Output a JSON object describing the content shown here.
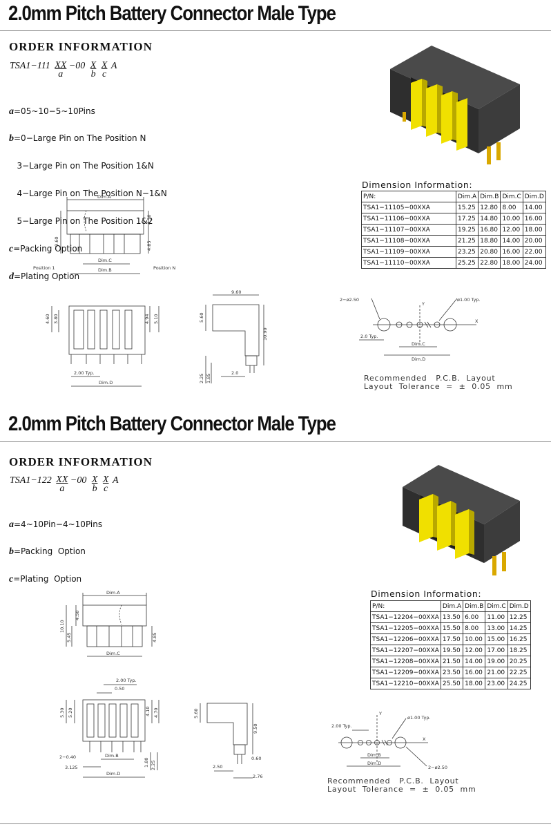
{
  "sections": [
    {
      "title": "2.0mm Pitch Battery Connector Male Type",
      "order_heading": "ORDER  INFORMATION",
      "part_prefix": "TSA1−111",
      "part_a": "XX",
      "part_a_label": "a",
      "part_mid": "−00",
      "part_b": "X",
      "part_b_label": "b",
      "part_c": "X",
      "part_c_label": "c",
      "part_suffix": "A",
      "options": [
        {
          "key": "a",
          "text": "=05~10−5~10Pins"
        },
        {
          "key": "b",
          "text": "=0−Large Pin on The Position N"
        },
        {
          "key": "",
          "text": "   3−Large Pin on The Position 1&N"
        },
        {
          "key": "",
          "text": "   4−Large Pin on The Position N−1&N"
        },
        {
          "key": "",
          "text": "   5−Large Pin on The Position 1&2"
        },
        {
          "key": "c",
          "text": "=Packing Option"
        },
        {
          "key": "d",
          "text": "=Plating Option"
        }
      ],
      "dim_caption": "Dimension  Information:",
      "table_headers": [
        "P/N:",
        "Dim.A",
        "Dim.B",
        "Dim.C",
        "Dim.D"
      ],
      "table_rows": [
        [
          "TSA1−11105−00XXA",
          "15.25",
          "12.80",
          "8.00",
          "14.00"
        ],
        [
          "TSA1−11106−00XXA",
          "17.25",
          "14.80",
          "10.00",
          "16.00"
        ],
        [
          "TSA1−11107−00XXA",
          "19.25",
          "16.80",
          "12.00",
          "18.00"
        ],
        [
          "TSA1−11108−00XXA",
          "21.25",
          "18.80",
          "14.00",
          "20.00"
        ],
        [
          "TSA1−11109−00XXA",
          "23.25",
          "20.80",
          "16.00",
          "22.00"
        ],
        [
          "TSA1−11110−00XXA",
          "25.25",
          "22.80",
          "18.00",
          "24.00"
        ]
      ],
      "pcb_caption": "Recommended   P.C.B.  Layout\nLayout  Tolerance  =  ±  0.05  mm",
      "drawing_labels": {
        "dimA": "Dim.A",
        "dimB": "Dim.B",
        "dimC": "Dim.C",
        "dimD": "Dim.D",
        "d450": "4.50",
        "d960": "9.60",
        "d485": "4.85",
        "pos1": "Position  1",
        "posN": "Position  N",
        "d460": "4.60",
        "d380": "3.80",
        "d494": "4.94",
        "d510": "5.10",
        "d200typ": "2.00  Typ.",
        "s960": "9.60",
        "s560": "5.60",
        "s1090": "10.90",
        "s225": "2.25",
        "s185": "1.85",
        "s20": "2.0",
        "p2250": "2−ø2.50",
        "p100": "ø1.00  Typ.",
        "p20typ": "2.0  Typ.",
        "pX": "X",
        "pY": "Y"
      }
    },
    {
      "title": "2.0mm Pitch Battery Connector Male Type",
      "order_heading": "ORDER  INFORMATION",
      "part_prefix": "TSA1−122",
      "part_a": "XX",
      "part_a_label": "a",
      "part_mid": "−00",
      "part_b": "X",
      "part_b_label": "b",
      "part_c": "X",
      "part_c_label": "c",
      "part_suffix": "A",
      "options": [
        {
          "key": "a",
          "text": "=4~10Pin−4~10Pins"
        },
        {
          "key": "b",
          "text": "=Packing  Option"
        },
        {
          "key": "c",
          "text": "=Plating  Option"
        }
      ],
      "dim_caption": "Dimension  Information:",
      "table_headers": [
        "P/N:",
        "Dim.A",
        "Dim.B",
        "Dim.C",
        "Dim.D"
      ],
      "table_rows": [
        [
          "TSA1−12204−00XXA",
          "13.50",
          "6.00",
          "11.00",
          "12.25"
        ],
        [
          "TSA1−12205−00XXA",
          "15.50",
          "8.00",
          "13.00",
          "14.25"
        ],
        [
          "TSA1−12206−00XXA",
          "17.50",
          "10.00",
          "15.00",
          "16.25"
        ],
        [
          "TSA1−12207−00XXA",
          "19.50",
          "12.00",
          "17.00",
          "18.25"
        ],
        [
          "TSA1−12208−00XXA",
          "21.50",
          "14.00",
          "19.00",
          "20.25"
        ],
        [
          "TSA1−12209−00XXA",
          "23.50",
          "16.00",
          "21.00",
          "22.25"
        ],
        [
          "TSA1−12210−00XXA",
          "25.50",
          "18.00",
          "23.00",
          "24.25"
        ]
      ],
      "pcb_caption": "Recommended   P.C.B.  Layout\nLayout  Tolerance  =  ±  0.05  mm",
      "drawing_labels": {
        "dimA": "Dim.A",
        "dimB": "Dim.B",
        "dimC": "Dim.C",
        "dimD": "Dim.D",
        "d450": "4.50",
        "d1010": "10.10",
        "d545": "5.45",
        "d485": "4.85",
        "d200typ": "2.00  Typ.",
        "d050": "0.50",
        "d530": "5.30",
        "d520": "5.20",
        "d410": "4.10",
        "d470": "4.70",
        "d2040": "2−0.40",
        "d3125": "3.125",
        "d180": "1.80",
        "d225": "2.25",
        "s560": "5.60",
        "s950": "9.50",
        "s060": "0.60",
        "s250": "2.50",
        "s276": "2.76",
        "p200typ": "2.00  Typ.",
        "p100": "ø1.00  Typ.",
        "p2250": "2−ø2.50",
        "pX": "X",
        "pY": "Y"
      }
    }
  ],
  "colors": {
    "housing": "#3a3a3a",
    "pin": "#f0e000",
    "pin_shade": "#b8a800",
    "gold_leg": "#d9a800"
  }
}
